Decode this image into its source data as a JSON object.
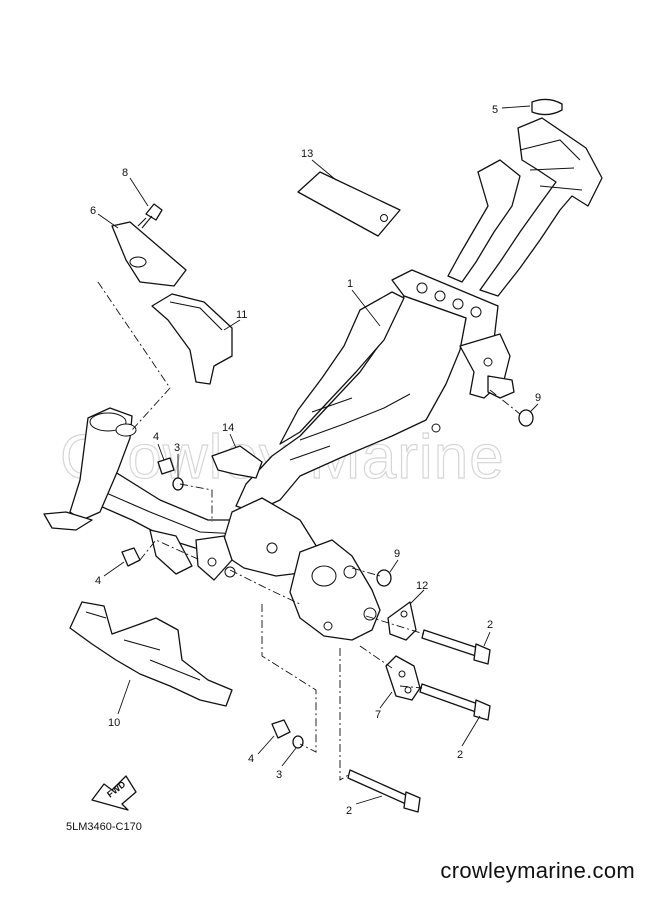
{
  "diagram": {
    "code": "5LM3460-C170",
    "watermark": "Crowley Marine",
    "site": "crowleymarine.com",
    "fwd_symbol": "FWD",
    "callouts": [
      "1",
      "2",
      "2",
      "2",
      "3",
      "3",
      "4",
      "4",
      "4",
      "5",
      "6",
      "7",
      "8",
      "9",
      "9",
      "10",
      "11",
      "12",
      "13",
      "14"
    ]
  },
  "colors": {
    "line": "#111111",
    "background": "#ffffff",
    "watermark": "#d6d6d6"
  }
}
